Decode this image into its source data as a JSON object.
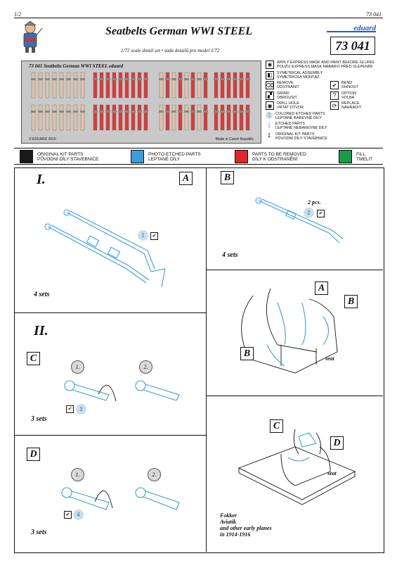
{
  "header": {
    "page_left": "1/2",
    "page_right": "73 041",
    "title": "Seatbelts German WWI STEEL",
    "subtitle": "1/72 scale detail set • sada detailů pro model 1/72",
    "brand": "eduard",
    "code": "73 041"
  },
  "fret": {
    "label": "73 041 Seatbelts German WWI STEEL eduard",
    "bottom_left": "© EDUARD 2010",
    "bottom_right": "Made in Czech Republic"
  },
  "legend": [
    {
      "icon": "✱",
      "icon_name": "glue-icon",
      "lines": [
        "APPLY EXPRESS MASK AND PAINT BEFORE GLUING",
        "POUŽIJ EXPRESS MASK NABARVI PŘED SLEPENÍM"
      ]
    },
    {
      "icon": "◧",
      "icon_name": "symmetry-icon",
      "lines": [
        "SYMETRICAL ASSEMBLY",
        "SYMETRICKÁ MONTÁŽ"
      ]
    },
    {
      "icon": "⌫",
      "icon_name": "remove-icon",
      "lines": [
        "REMOVE",
        "ODSTRANIT"
      ]
    },
    {
      "icon": "✔",
      "icon_name": "bend-icon",
      "lines": [
        "BEND",
        "OHNOUT"
      ]
    },
    {
      "icon": "▞",
      "icon_name": "grind-icon",
      "lines": [
        "GRIND",
        "OBROUSIT"
      ]
    },
    {
      "icon": "?",
      "icon_name": "option-icon",
      "lines": [
        "OPTION",
        "VOLBA"
      ]
    },
    {
      "icon": "◉",
      "icon_name": "drill-icon",
      "lines": [
        "DRILL HOLE",
        "VRTAT OTVOR"
      ]
    },
    {
      "icon": "⟳",
      "icon_name": "replace-icon",
      "lines": [
        "REPLACE",
        "NAHRADIT"
      ]
    },
    {
      "icon": "1",
      "icon_name": "colored-part-icon",
      "lines": [
        "COLORED ETCHED PARTS",
        "LEPTANÉ BAREVNÉ DÍLY"
      ]
    },
    {
      "icon": "1",
      "icon_name": "etched-part-icon",
      "lines": [
        "ETCHED PARTS",
        "LEPTANÉ NEBAREVNÉ DÍLY"
      ]
    },
    {
      "icon": "1",
      "icon_name": "kit-part-icon",
      "lines": [
        "ORIGINAL KIT PARTS",
        "PŮVODNÍ DÍLY STAVEBNICE"
      ]
    }
  ],
  "colorbar": [
    {
      "color": "#1a1a1a",
      "lines": [
        "ORIGINAL KIT PARTS",
        "PŮVODNÍ DÍLY STAVEBNICE"
      ]
    },
    {
      "color": "#3ba0da",
      "lines": [
        "PHOTO-ETCHED PARTS",
        "LEPTANÉ DÍLY"
      ]
    },
    {
      "color": "#e0262b",
      "lines": [
        "PARTS TO BE REMOVED",
        "DÍLY K ODSTRANĚNÍ"
      ]
    },
    {
      "color": "#1a9b4a",
      "lines": [
        "FILL",
        "TMELIT"
      ]
    }
  ],
  "sections": {
    "s1": {
      "numeral": "I.",
      "label": "A",
      "part": "1",
      "sets": "4 sets"
    },
    "sB": {
      "label": "B",
      "pcs": "2 pcs.",
      "part": "2",
      "sets": "4 sets"
    },
    "view1": {
      "labels": [
        "A",
        "B",
        "B"
      ],
      "seat": "seat"
    },
    "s2": {
      "numeral": "II.",
      "label": "C",
      "steps": [
        "1.",
        "2."
      ],
      "part": "3",
      "sets": "3 sets"
    },
    "sD": {
      "label": "D",
      "steps": [
        "1.",
        "2."
      ],
      "part": "4",
      "sets": "3 sets"
    },
    "view2": {
      "labels": [
        "C",
        "D"
      ],
      "seat": "seat",
      "note": [
        "Fokker",
        "Aviatik",
        "and other early planes",
        "in 1914-1916"
      ]
    }
  }
}
